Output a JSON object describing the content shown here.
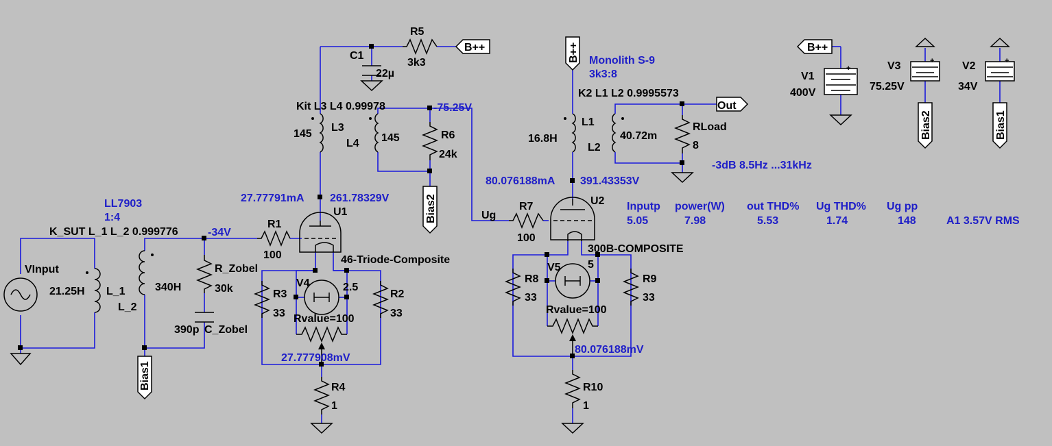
{
  "labels": {
    "vinput": "VInput",
    "vinput_l": "21.25H",
    "l1_name": "L_1",
    "l2_name": "L_2",
    "l2_val": "340H",
    "ksut": "K_SUT L_1 L_2 0.999776",
    "ll7903": "LL7903",
    "ratio_in": "1:4",
    "node_neg34": "-34V",
    "r1_name": "R1",
    "r1_val": "100",
    "rzobel_name": "R_Zobel",
    "rzobel_val": "30k",
    "czobel_val": "390p",
    "czobel_name": "C_Zobel",
    "bias1_a": "Bias1",
    "bias1_b": "Bias1",
    "bias2_a": "Bias2",
    "bias2_b": "Bias2",
    "u1_name": "U1",
    "u1_model": "46-Triode-Composite",
    "u1_current": "27.77791mA",
    "u1_plate_v": "261.78329V",
    "r3_name": "R3",
    "r3_val": "33",
    "r2_name": "R2",
    "r2_val": "33",
    "v4_name": "V4",
    "v4_val": "2.5",
    "v4_r": "Rvalue=100",
    "u1_fil_v": "27.777908mV",
    "r4_name": "R4",
    "r4_val": "1",
    "kit": "Kit L3 L4  0.99978",
    "l3_val": "145",
    "l3_name": "L3",
    "l4_name": "L4",
    "l4_val": "145",
    "node_neg75": "-75.25V",
    "r6_name": "R6",
    "r6_val": "24k",
    "c1_name": "C1",
    "c1_val": "22µ",
    "r5_name": "R5",
    "r5_val": "3k3",
    "bpp_1": "B++",
    "bpp_2": "B++",
    "bpp_3": "B++",
    "ug": "Ug",
    "r7_name": "R7",
    "r7_val": "100",
    "u2_name": "U2",
    "u2_model": "300B-COMPOSITE",
    "u2_current": "80.076188mA",
    "u2_plate_v": "391.43353V",
    "monolith": "Monolith S-9",
    "ratio_out": "3k3:8",
    "k2": "K2 L1 L2 0.9995573",
    "l1o_name": "L1",
    "l1o_val": "16.8H",
    "l2o_name": "L2",
    "l2o_val": "40.72m",
    "rload_name": "RLoad",
    "rload_val": "8",
    "out": "Out",
    "bw": "-3dB 8.5Hz ...31kHz",
    "r8_name": "R8",
    "r8_val": "33",
    "r9_name": "R9",
    "r9_val": "33",
    "v5_name": "V5",
    "v5_val": "5",
    "v5_r": "Rvalue=100",
    "u2_fil_v": "80.076188mV",
    "r10_name": "R10",
    "r10_val": "1",
    "v1_name": "V1",
    "v1_val": "400V",
    "v3_name": "V3",
    "v3_val": "75.25V",
    "v2_name": "V2",
    "v2_val": "34V",
    "plus": "+"
  },
  "results": {
    "headers": [
      "Inputp",
      "power(W)",
      "out THD%",
      "Ug THD%",
      "Ug pp"
    ],
    "values": [
      "5.05",
      "7.98",
      "5.53",
      "1.74",
      "148"
    ],
    "a1": "A1   3.57V RMS"
  },
  "colors": {
    "wire": "#1a1adc",
    "component": "#000000",
    "annotation": "#1e1ec8",
    "background": "#c0c0c0"
  }
}
